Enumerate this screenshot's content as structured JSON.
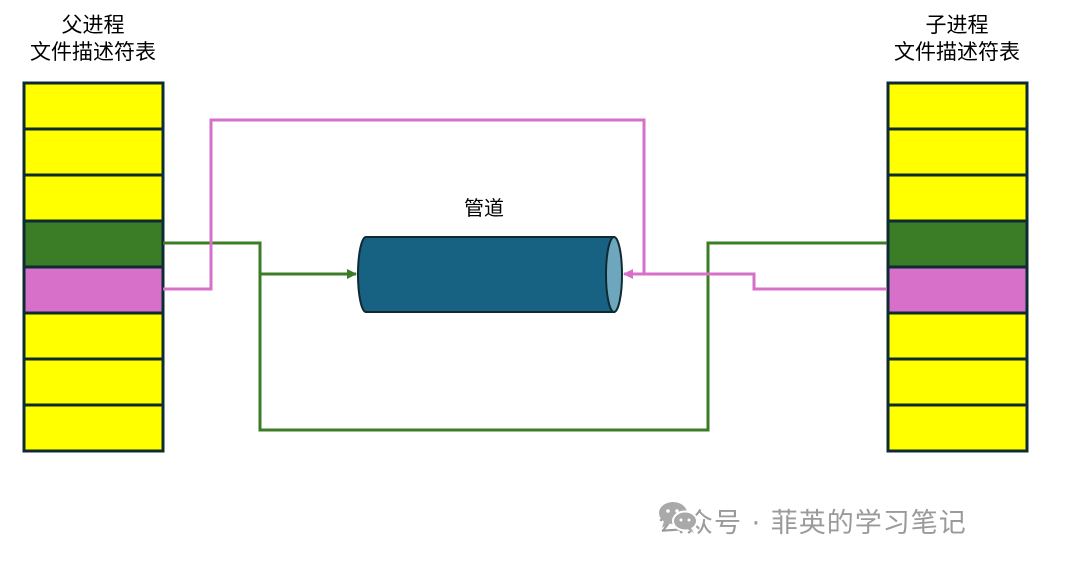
{
  "parent": {
    "title_line1": "父进程",
    "title_line2": "文件描述符表",
    "cells": [
      "yellow",
      "yellow",
      "yellow",
      "green",
      "magenta",
      "yellow",
      "yellow",
      "yellow"
    ]
  },
  "child": {
    "title_line1": "子进程",
    "title_line2": "文件描述符表",
    "cells": [
      "yellow",
      "yellow",
      "yellow",
      "green",
      "magenta",
      "yellow",
      "yellow",
      "yellow"
    ]
  },
  "pipe": {
    "label": "管道"
  },
  "colors": {
    "yellow": "#ffff00",
    "green": "#3a7d26",
    "magenta": "#d670c9",
    "pipe_body": "#176183",
    "pipe_end": "#6ea7bd",
    "border": "#0e2b33",
    "green_line": "#3a7d26",
    "magenta_line": "#d670c9"
  },
  "watermark": {
    "icon": "wechat-icon",
    "text": "公众号 · 菲英的学习笔记"
  }
}
